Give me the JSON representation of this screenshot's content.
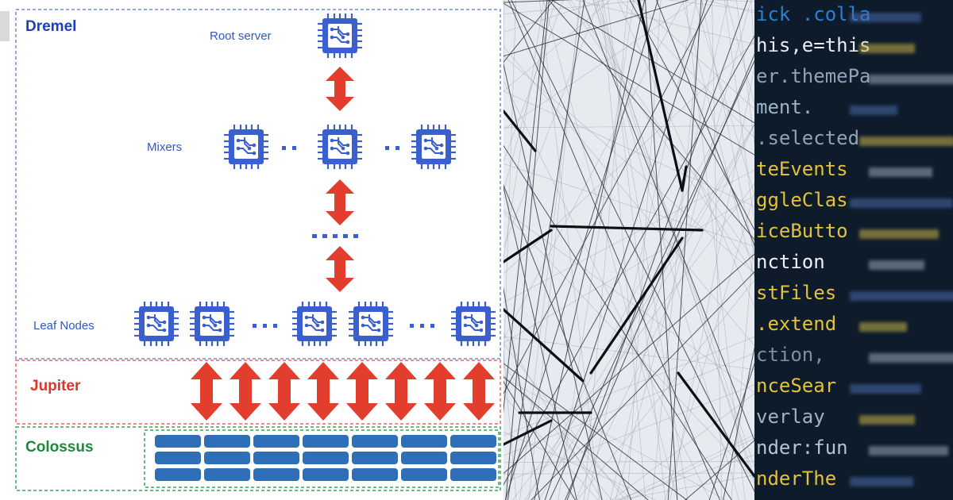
{
  "diagram": {
    "title": "Dremel",
    "root_label": "Root server",
    "mixers_label": "Mixers",
    "leaf_label": "Leaf Nodes",
    "jupiter_label": "Jupiter",
    "colossus_label": "Colossus",
    "colors": {
      "chip": "#3b5fcf",
      "arrow": "#e23d2d",
      "dashed_blue": "#6f8bd6",
      "dashed_red": "#e46b5f",
      "dashed_green": "#3aa35a",
      "disk": "#2e6fb8"
    }
  },
  "code": {
    "lines_sharp": [
      {
        "text": "ick .colla",
        "color": "#2b7fd4"
      },
      {
        "text": "his,e=this",
        "color": "#e8edf2"
      },
      {
        "text": "er.themePa",
        "color": "#8fa3b8"
      },
      {
        "text": "ment.",
        "color": "#9fb3c7"
      },
      {
        "text": ".selected",
        "color": "#8fa3b8"
      },
      {
        "text": "teEvents",
        "color": "#e3c23a"
      },
      {
        "text": "ggleClas",
        "color": "#e3c23a"
      },
      {
        "text": "iceButto",
        "color": "#e3c23a"
      },
      {
        "text": "nction",
        "color": "#eef2f6"
      },
      {
        "text": "stFiles",
        "color": "#e3c23a"
      },
      {
        "text": ".extend",
        "color": "#e3c23a"
      },
      {
        "text": "ction,",
        "color": "#7d8fa3"
      },
      {
        "text": "nceSear",
        "color": "#e3c23a"
      },
      {
        "text": "verlay",
        "color": "#9fb3c7"
      },
      {
        "text": "nder:fun",
        "color": "#b6c3d1"
      },
      {
        "text": "nderThe",
        "color": "#e3c23a"
      }
    ]
  }
}
